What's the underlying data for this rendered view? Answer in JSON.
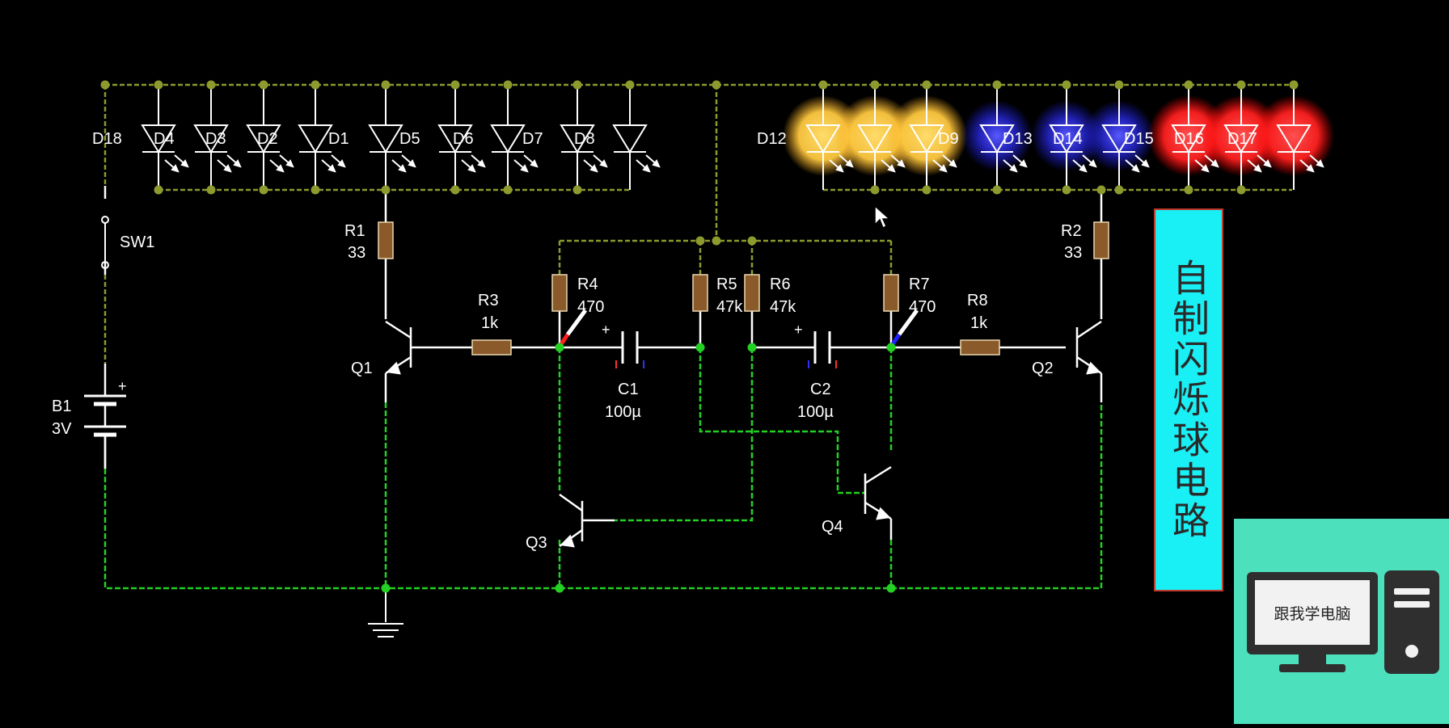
{
  "title": "自制闪烁球电路",
  "logo": {
    "screen_text": "跟我学电脑"
  },
  "colors": {
    "wire_dim": "#8c9a2e",
    "wire_active": "#23d023",
    "resistor": "#8b5a2b",
    "led_yellow": "#ffd24a",
    "led_blue": "#3333ff",
    "led_red": "#ff2a2a",
    "title_bg": "#19f0f5",
    "logo_bg": "#4de0bd"
  },
  "components": {
    "D18": "D18",
    "leds_left": [
      "D4",
      "D3",
      "D2",
      "D1",
      "D5",
      "D6",
      "D7",
      "D8"
    ],
    "D12": "D12",
    "D9": "D9",
    "leds_right": [
      "D13",
      "D14",
      "D15",
      "D16",
      "D17"
    ],
    "SW1": "SW1",
    "B1": "B1",
    "B1_value": "3V",
    "R1": "R1",
    "R1_value": "33",
    "R2": "R2",
    "R2_value": "33",
    "R3": "R3",
    "R3_value": "1k",
    "R4": "R4",
    "R4_value": "470",
    "R5": "R5",
    "R5_value": "47k",
    "R6": "R6",
    "R6_value": "47k",
    "R7": "R7",
    "R7_value": "470",
    "R8": "R8",
    "R8_value": "1k",
    "C1": "C1",
    "C1_value": "100µ",
    "C2": "C2",
    "C2_value": "100µ",
    "Q1": "Q1",
    "Q2": "Q2",
    "Q3": "Q3",
    "Q4": "Q4",
    "plus": "+"
  }
}
